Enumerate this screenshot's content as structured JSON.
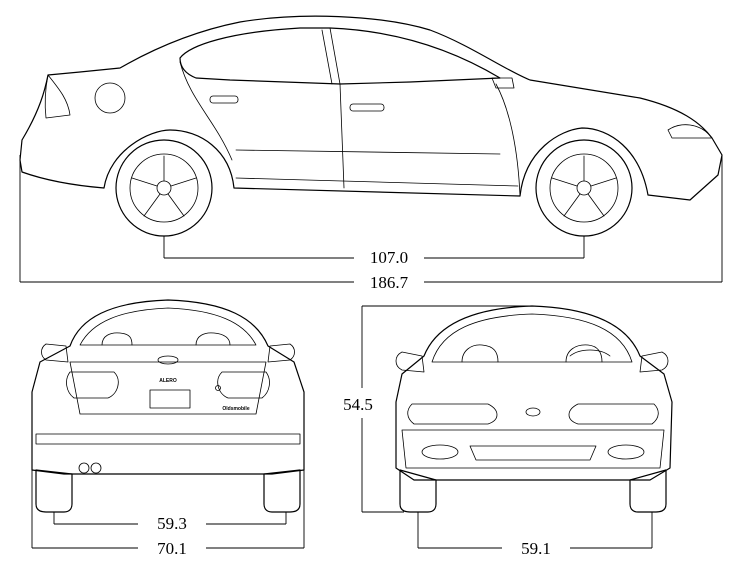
{
  "diagram": {
    "dimensions": {
      "wheelbase": "107.0",
      "overall_length": "186.7",
      "height": "54.5",
      "rear_track": "59.3",
      "overall_width": "70.1",
      "front_track": "59.1"
    },
    "badges": {
      "rear_model": "ALERO",
      "rear_trim": "Oldsmobile"
    }
  }
}
